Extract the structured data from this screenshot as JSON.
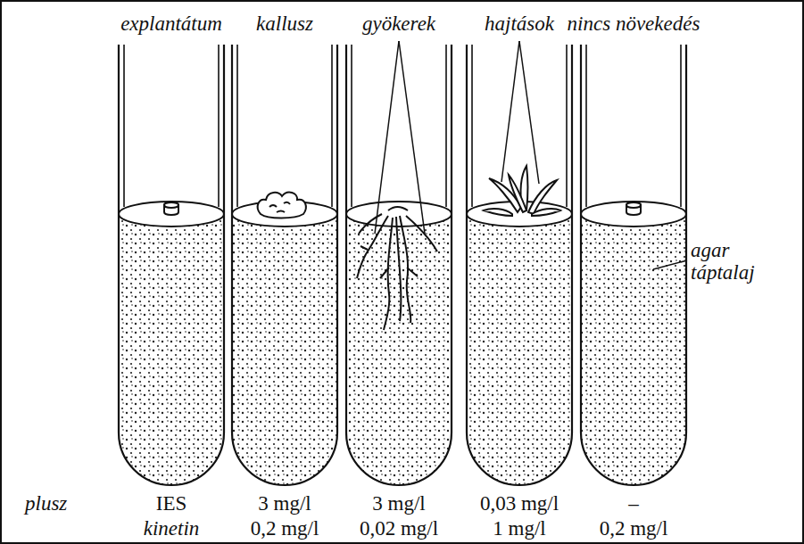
{
  "diagram": {
    "labels": [
      "explantátum",
      "kallusz",
      "gyökerek",
      "hajtások",
      "nincs növekedés",
      "agar táptalaj",
      "plusz",
      "IES",
      "kinetin",
      "3 mg/l",
      "0,2 mg/l",
      "3 mg/l",
      "0,02 mg/l",
      "0,03 mg/l",
      "1 mg/l",
      "–",
      "0,2 mg/l"
    ]
  }
}
